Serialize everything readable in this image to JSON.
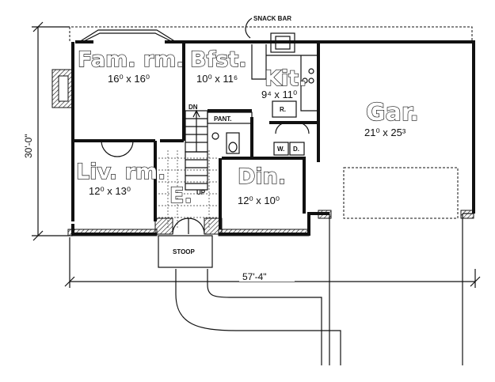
{
  "rooms": {
    "family_room": {
      "name": "Fam. rm.",
      "size": "16⁰ x 16⁰"
    },
    "breakfast": {
      "name": "Bfst.",
      "size": "10⁰ x 11⁶"
    },
    "kitchen": {
      "name": "Kit.",
      "size": "9⁴ x 11⁰"
    },
    "garage": {
      "name": "Gar.",
      "size": "21⁰ x 25³"
    },
    "living_room": {
      "name": "Liv. rm.",
      "size": "12⁰ x 13⁰"
    },
    "entry": {
      "name": "E."
    },
    "dining": {
      "name": "Din.",
      "size": "12⁰ x 10⁰"
    }
  },
  "labels": {
    "snack_bar": "SNACK BAR",
    "pantry": "PANT.",
    "stair_down": "DN",
    "stair_up": "UP",
    "refrigerator": "R.",
    "washer": "W.",
    "dryer": "D.",
    "stoop": "STOOP"
  },
  "dimensions": {
    "depth": "30'-0\"",
    "width": "57'-4\""
  }
}
